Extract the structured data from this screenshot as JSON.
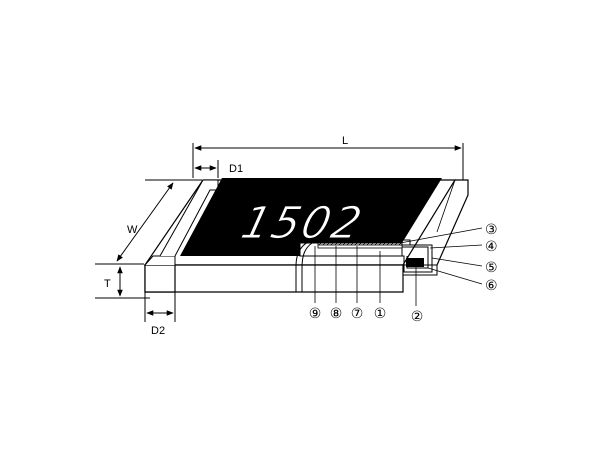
{
  "part_marking": "1502",
  "dimensions": {
    "length": "L",
    "width": "W",
    "thickness": "T",
    "top_electrode": "D1",
    "bottom_electrode": "D2"
  },
  "layer_callouts": [
    "①",
    "②",
    "③",
    "④",
    "⑤",
    "⑥",
    "⑦",
    "⑧",
    "⑨"
  ],
  "colors": {
    "resistor_body": "#000000",
    "line": "#000000",
    "background": "#ffffff"
  }
}
